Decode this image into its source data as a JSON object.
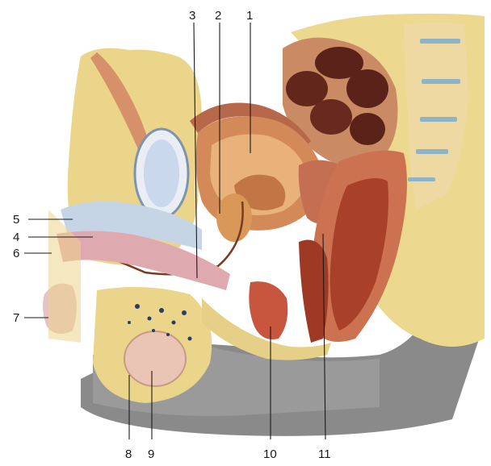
{
  "figure": {
    "labels": [
      {
        "id": "1",
        "text": "1"
      },
      {
        "id": "2",
        "text": "2"
      },
      {
        "id": "3",
        "text": "3"
      },
      {
        "id": "4",
        "text": "4"
      },
      {
        "id": "5",
        "text": "5"
      },
      {
        "id": "6",
        "text": "6"
      },
      {
        "id": "7",
        "text": "7"
      },
      {
        "id": "8",
        "text": "8"
      },
      {
        "id": "9",
        "text": "9"
      },
      {
        "id": "10",
        "text": "10"
      },
      {
        "id": "11",
        "text": "11"
      }
    ],
    "colors": {
      "skin": "#e8d48a",
      "fat": "#f0dc8e",
      "muscle": "#c9785a",
      "bladder": "#d99a5a",
      "bone": "#ecd9a0",
      "spongy": "#b9cfe0",
      "shadow": "#7a7a7a",
      "cavity": "#6b2a20"
    }
  }
}
